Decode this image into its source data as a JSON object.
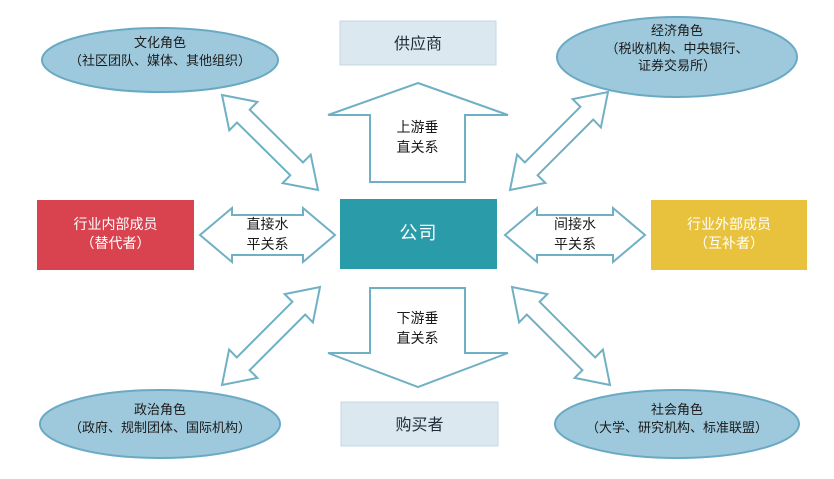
{
  "colors": {
    "ellipse_fill": "#9ec9dc",
    "ellipse_stroke": "#6aa9c4",
    "box_fill": "#dbe8ef",
    "box_stroke": "#c5d8e2",
    "company_fill": "#2a9ba8",
    "internal_fill": "#d9434f",
    "external_fill": "#e8c23c",
    "arrow_stroke": "#6fb0c4"
  },
  "supplier": {
    "label": "供应商"
  },
  "buyer": {
    "label": "购买者"
  },
  "company": {
    "label": "公司"
  },
  "internal_members": {
    "line1": "行业内部成员",
    "line2": "（替代者）"
  },
  "external_members": {
    "line1": "行业外部成员",
    "line2": "（互补者）"
  },
  "cultural_role": {
    "title": "文化角色",
    "detail": "（社区团队、媒体、其他组织）"
  },
  "economic_role": {
    "title": "经济角色",
    "detail": "（税收机构、中央银行、",
    "detail2": "证券交易所）"
  },
  "political_role": {
    "title": "政治角色",
    "detail": "（政府、规制团体、国际机构）"
  },
  "social_role": {
    "title": "社会角色",
    "detail": "（大学、研究机构、标准联盟）"
  },
  "upstream_arrow": {
    "line1": "上游垂",
    "line2": "直关系"
  },
  "downstream_arrow": {
    "line1": "下游垂",
    "line2": "直关系"
  },
  "direct_arrow": {
    "line1": "直接水",
    "line2": "平关系"
  },
  "indirect_arrow": {
    "line1": "间接水",
    "line2": "平关系"
  }
}
